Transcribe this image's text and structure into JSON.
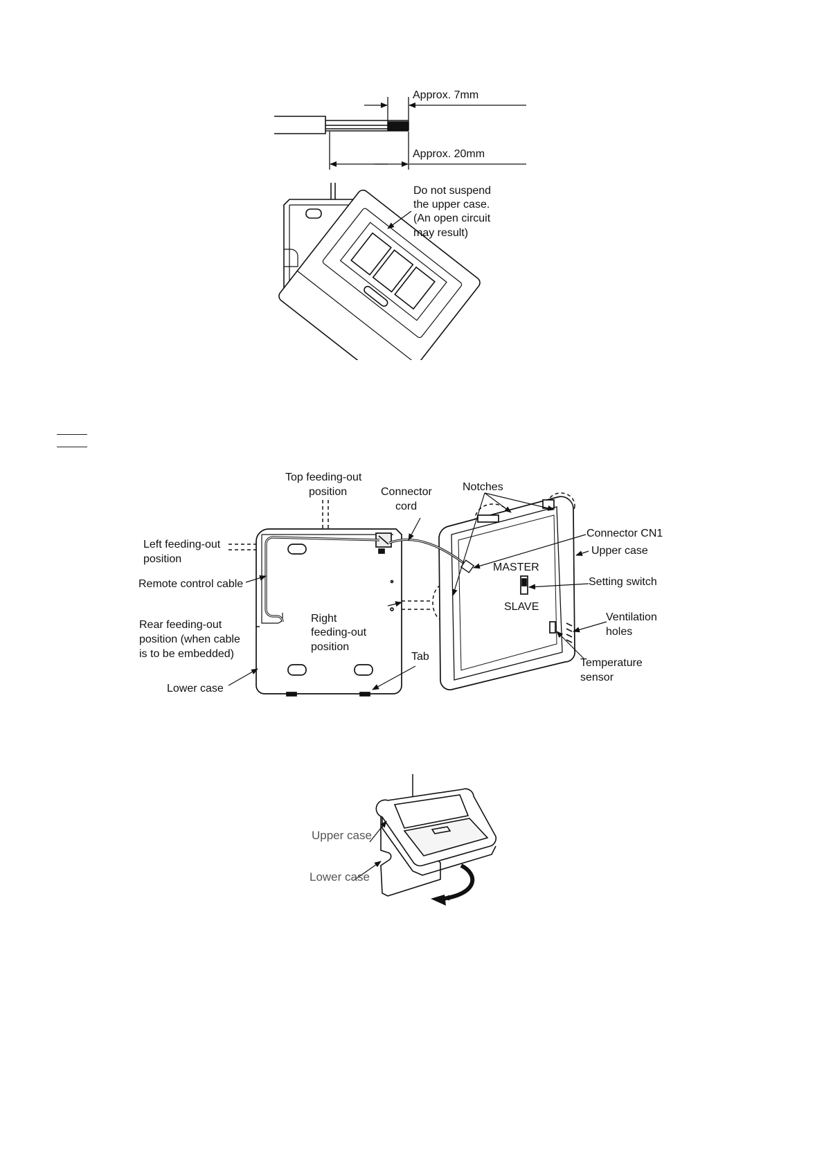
{
  "figure1": {
    "strip": {
      "approx_7mm": "Approx. 7mm",
      "approx_20mm": "Approx. 20mm"
    },
    "warning": {
      "line1": "Do not suspend",
      "line2": "the upper case.",
      "line3": "(An open circuit",
      "line4": "may result)"
    }
  },
  "figure2": {
    "top_feeding": {
      "line1": "Top feeding-out",
      "line2": "position"
    },
    "connector_cord": {
      "line1": "Connector",
      "line2": "cord"
    },
    "notches": "Notches",
    "connector_cn1": "Connector CN1",
    "upper_case": "Upper case",
    "left_feeding": {
      "line1": "Left feeding-out",
      "line2": "position"
    },
    "master": "MASTER",
    "remote_cable": "Remote control cable",
    "setting_switch": "Setting switch",
    "slave": "SLAVE",
    "right_feeding": {
      "line1": "Right",
      "line2": "feeding-out",
      "line3": "position"
    },
    "rear_feeding": {
      "line1": "Rear feeding-out",
      "line2": "position (when cable",
      "line3": "is to be embedded)"
    },
    "ventilation": {
      "line1": "Ventilation",
      "line2": "holes"
    },
    "tab": "Tab",
    "temperature_sensor": {
      "line1": "Temperature",
      "line2": "sensor"
    },
    "lower_case": "Lower case"
  },
  "figure3": {
    "upper_case": "Upper case",
    "lower_case": "Lower case"
  }
}
